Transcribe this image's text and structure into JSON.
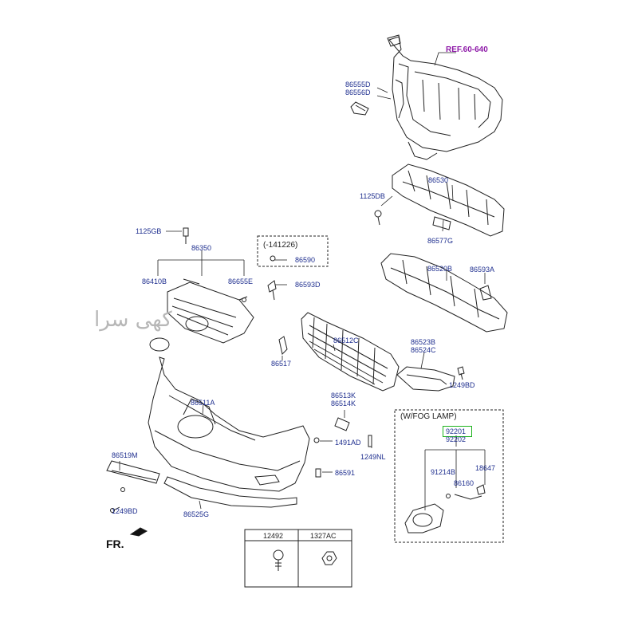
{
  "ref_note": "REF.60-640",
  "watermark": "کهی سرا",
  "front_label": "FR.",
  "option_box_label": "(-141226)",
  "fog_box_label": "(W/FOG LAMP)",
  "highlight_color": "#1db31d",
  "label_color": "#1f2f8f",
  "parts": {
    "p86555D": "86555D",
    "p86556D": "86556D",
    "p86530": "86530",
    "p1125DB": "1125DB",
    "p86577G": "86577G",
    "p1125GB": "1125GB",
    "p86350": "86350",
    "p86590": "86590",
    "p86410B": "86410B",
    "p86655E": "86655E",
    "p86593D": "86593D",
    "p86520B": "86520B",
    "p86593A": "86593A",
    "p86512C": "86512C",
    "p86523B": "86523B",
    "p86524C": "86524C",
    "p86517": "86517",
    "p1249BD_a": "1249BD",
    "p86511A": "86511A",
    "p86513K": "86513K",
    "p86514K": "86514K",
    "p1491AD": "1491AD",
    "p1249NL": "1249NL",
    "p86519M": "86519M",
    "p86591": "86591",
    "p1249BD_b": "1249BD",
    "p86525G": "86525G",
    "p92201": "92201",
    "p92202": "92202",
    "p91214B": "91214B",
    "p18647": "18647",
    "p86160": "86160"
  },
  "table": {
    "col1": "12492",
    "col2": "1327AC"
  }
}
